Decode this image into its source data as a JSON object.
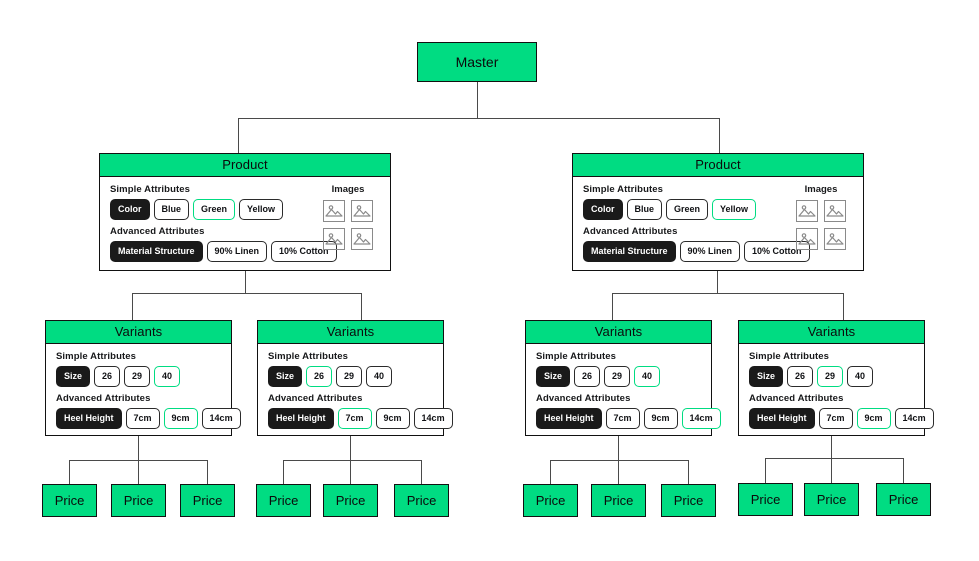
{
  "diagram": {
    "title": "Product data model hierarchy",
    "colors": {
      "accent_green": "#00dc82",
      "chip_dark": "#1a1a1a",
      "line": "#4a4a4a",
      "border": "#111111"
    },
    "labels": {
      "master": "Master",
      "product": "Product",
      "variants": "Variants",
      "price": "Price",
      "simple_attributes": "Simple Attributes",
      "advanced_attributes": "Advanced Attributes",
      "images": "Images",
      "image_icon": "image-placeholder-icon"
    }
  },
  "master": {
    "label": "Master"
  },
  "products": [
    {
      "header": "Product",
      "simple": {
        "title": "Simple Attributes",
        "key": "Color",
        "values": [
          {
            "text": "Blue",
            "selected": false
          },
          {
            "text": "Green",
            "selected": true
          },
          {
            "text": "Yellow",
            "selected": false
          }
        ]
      },
      "advanced": {
        "title": "Advanced Attributes",
        "key": "Material Structure",
        "values": [
          {
            "text": "90% Linen",
            "selected": false
          },
          {
            "text": "10% Cotton",
            "selected": false
          }
        ]
      },
      "images": {
        "label": "Images",
        "count": 4
      }
    },
    {
      "header": "Product",
      "simple": {
        "title": "Simple Attributes",
        "key": "Color",
        "values": [
          {
            "text": "Blue",
            "selected": false
          },
          {
            "text": "Green",
            "selected": false
          },
          {
            "text": "Yellow",
            "selected": true
          }
        ]
      },
      "advanced": {
        "title": "Advanced Attributes",
        "key": "Material Structure",
        "values": [
          {
            "text": "90% Linen",
            "selected": false
          },
          {
            "text": "10% Cotton",
            "selected": false
          }
        ]
      },
      "images": {
        "label": "Images",
        "count": 4
      }
    }
  ],
  "variants": [
    {
      "header": "Variants",
      "simple": {
        "title": "Simple Attributes",
        "key": "Size",
        "values": [
          {
            "text": "26",
            "selected": false
          },
          {
            "text": "29",
            "selected": false
          },
          {
            "text": "40",
            "selected": true
          }
        ]
      },
      "advanced": {
        "title": "Advanced Attributes",
        "key": "Heel Height",
        "values": [
          {
            "text": "7cm",
            "selected": false
          },
          {
            "text": "9cm",
            "selected": true
          },
          {
            "text": "14cm",
            "selected": false
          }
        ]
      }
    },
    {
      "header": "Variants",
      "simple": {
        "title": "Simple Attributes",
        "key": "Size",
        "values": [
          {
            "text": "26",
            "selected": true
          },
          {
            "text": "29",
            "selected": false
          },
          {
            "text": "40",
            "selected": false
          }
        ]
      },
      "advanced": {
        "title": "Advanced Attributes",
        "key": "Heel Height",
        "values": [
          {
            "text": "7cm",
            "selected": true
          },
          {
            "text": "9cm",
            "selected": false
          },
          {
            "text": "14cm",
            "selected": false
          }
        ]
      }
    },
    {
      "header": "Variants",
      "simple": {
        "title": "Simple Attributes",
        "key": "Size",
        "values": [
          {
            "text": "26",
            "selected": false
          },
          {
            "text": "29",
            "selected": false
          },
          {
            "text": "40",
            "selected": true
          }
        ]
      },
      "advanced": {
        "title": "Advanced Attributes",
        "key": "Heel Height",
        "values": [
          {
            "text": "7cm",
            "selected": false
          },
          {
            "text": "9cm",
            "selected": false
          },
          {
            "text": "14cm",
            "selected": true
          }
        ]
      }
    },
    {
      "header": "Variants",
      "simple": {
        "title": "Simple Attributes",
        "key": "Size",
        "values": [
          {
            "text": "26",
            "selected": false
          },
          {
            "text": "29",
            "selected": true
          },
          {
            "text": "40",
            "selected": false
          }
        ]
      },
      "advanced": {
        "title": "Advanced Attributes",
        "key": "Heel Height",
        "values": [
          {
            "text": "7cm",
            "selected": false
          },
          {
            "text": "9cm",
            "selected": true
          },
          {
            "text": "14cm",
            "selected": false
          }
        ]
      }
    }
  ],
  "prices": [
    {
      "label": "Price"
    },
    {
      "label": "Price"
    },
    {
      "label": "Price"
    },
    {
      "label": "Price"
    },
    {
      "label": "Price"
    },
    {
      "label": "Price"
    },
    {
      "label": "Price"
    },
    {
      "label": "Price"
    },
    {
      "label": "Price"
    },
    {
      "label": "Price"
    },
    {
      "label": "Price"
    },
    {
      "label": "Price"
    }
  ]
}
